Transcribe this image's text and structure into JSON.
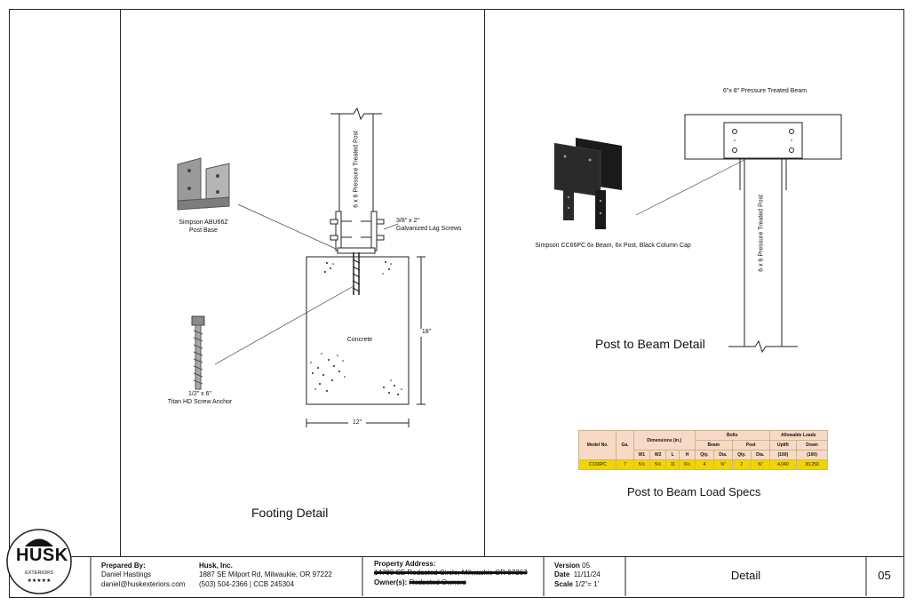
{
  "footing": {
    "labels": {
      "post": "6 x 6  Pressure Treated Post",
      "lag_screws_l1": "3/8\" x 2\"",
      "lag_screws_l2": "Galvanized Lag Screws",
      "post_base_l1": "Simpson ABU66Z",
      "post_base_l2": "Post Base",
      "concrete": "Concrete",
      "height": "18\"",
      "width": "12\"",
      "anchor_l1": "1/2\" x 6\"",
      "anchor_l2": "Titan HD Screw Anchor"
    },
    "title": "Footing Detail"
  },
  "post_beam": {
    "labels": {
      "beam": "6\"x 8\"  Pressure Treated Beam",
      "post": "6 x 6  Pressure Treated Post",
      "cap": "Simpson CC66PC 6x Beam, 6x Post, Black Column Cap"
    },
    "title": "Post to Beam Detail",
    "load_title": "Post to Beam Load Specs"
  },
  "spec_table": {
    "h_model": "Model No.",
    "h_ga": "Ga.",
    "h_dims": "Dimensions (in.)",
    "h_bolts": "Bolts",
    "h_loads": "Allowable Loads",
    "h_beam": "Beam",
    "h_post": "Post",
    "h_uplift": "Uplift",
    "h_down": "Down",
    "sub": [
      "W1",
      "W2",
      "L",
      "H",
      "Qty.",
      "Dia.",
      "Qty.",
      "Dia.",
      "(160)",
      "(100)"
    ],
    "row": [
      "CC66PC",
      "7",
      "5½",
      "5½",
      "11",
      "6½",
      "4",
      "⅝\"",
      "2",
      "⅝\"",
      "4,040",
      "30,250"
    ]
  },
  "title_block": {
    "logo_text": "HUSK",
    "logo_sub": "EXTERIORS",
    "logo_stars": "★★★★★",
    "prepared_by_label": "Prepared By:",
    "preparer_name": "Daniel Hastings",
    "preparer_email": "daniel@huskexteriors.com",
    "company_name": "Husk, Inc.",
    "company_address": "1887 SE Milport Rd, Milwaukie, OR 97222",
    "company_contact": "(503) 504-2366  |  CCB  245304",
    "property_label": "Property Address:",
    "property_value": "14790 SE Redacted Circle, Milwaukie OR 97267",
    "owner_label": "Owner(s):",
    "owner_value": "Redacted Owners",
    "version_label": "Version",
    "version_value": "05",
    "date_label": "Date",
    "date_value": "11/11/24",
    "scale_label": "Scale",
    "scale_value": "1/2\"= 1'",
    "sheet_title": "Detail",
    "sheet_number": "05"
  }
}
